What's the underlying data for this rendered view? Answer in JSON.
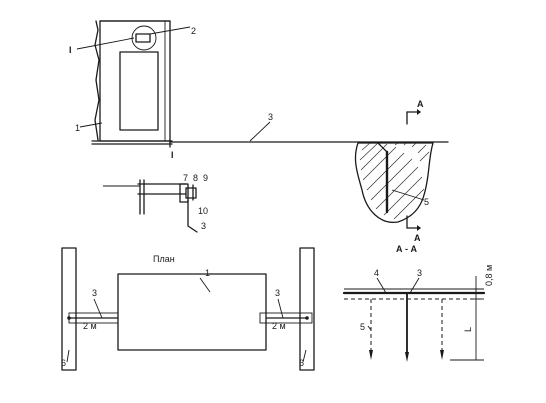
{
  "callouts": {
    "c1": "1",
    "c2": "2",
    "c3": "3",
    "c4": "4",
    "c5": "5",
    "c6": "6",
    "c7": "7",
    "c8": "8",
    "c9": "9",
    "c10": "10"
  },
  "detail": {
    "mark": "I"
  },
  "section": {
    "mark": "A",
    "title": "А - А",
    "depth": "0,8 м",
    "length": "L"
  },
  "plan": {
    "title": "План",
    "distance_left": "2 м",
    "distance_right": "2 м"
  }
}
